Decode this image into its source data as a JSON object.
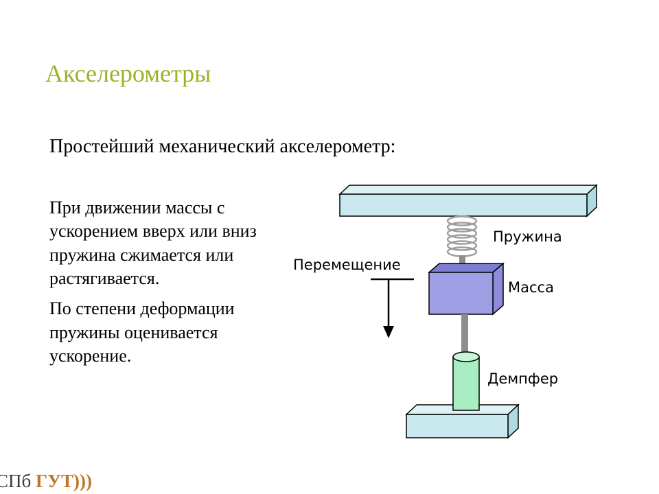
{
  "slide": {
    "title": "Акселерометры",
    "subtitle": "Простейший механический акселерометр:",
    "paragraphs": [
      "При движении массы с ускорением вверх или вниз пружина сжимается или растягивается.",
      "По степени деформации пружины оценивается ускорение."
    ]
  },
  "diagram": {
    "labels": {
      "spring": "Пружина",
      "mass": "Масса",
      "damper": "Демпфер",
      "displacement": "Перемещение"
    },
    "colors": {
      "plate_front": "#c9e9ee",
      "plate_top": "#ddf3f6",
      "plate_side": "#aedbe2",
      "mass_front": "#9f9fe6",
      "mass_top": "#7d7dd1",
      "mass_side": "#8c8cdb",
      "damper_body": "#a9eec2",
      "damper_top": "#c6f5d8",
      "rod": "#8d8d8d",
      "spring": "#9e9e9e",
      "outline": "#000000"
    }
  },
  "footer": {
    "logo_prefix": "СПб ",
    "logo_main": "ГУТ",
    "logo_suffix": ")))"
  },
  "colors": {
    "title_green": "#9cb226",
    "text": "#000000",
    "logo_orange": "#c0762a"
  }
}
